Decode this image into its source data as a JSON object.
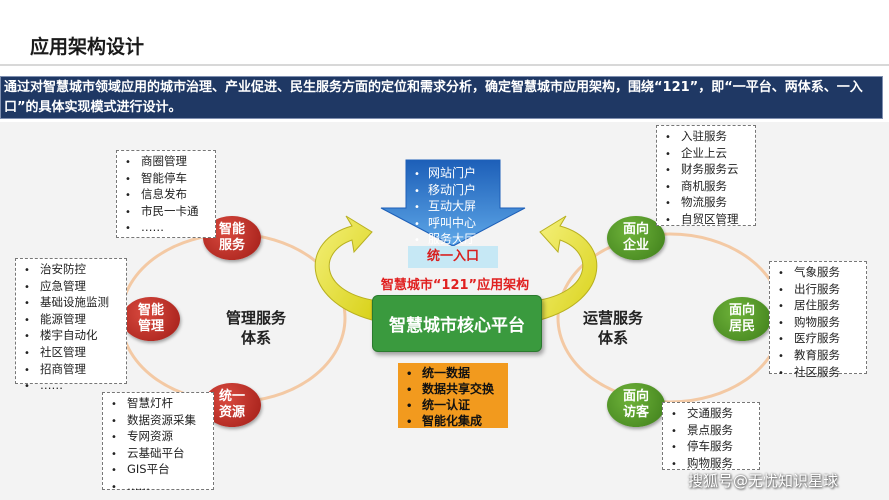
{
  "title": "应用架构设计",
  "intro": "通过对智慧城市领域应用的城市治理、产业促进、民生服务方面的定位和需求分析，确定智慧城市应用架构，围绕“121”，即“一平台、两体系、一入口”的具体实现模式进行设计。",
  "core_platform": "智慧城市核心平台",
  "arch_label": "智慧城市“121”应用架构",
  "entry": {
    "label": "统一入口",
    "channels": [
      "网站门户",
      "移动门户",
      "互动大屏",
      "呼叫中心",
      "服务大厅"
    ]
  },
  "foundation": [
    "统一数据",
    "数据共享交换",
    "统一认证",
    "智能化集成"
  ],
  "management": {
    "label_line1": "管理服务",
    "label_line2": "体系",
    "nodes": [
      {
        "line1": "智能",
        "line2": "服务",
        "items": [
          "商圈管理",
          "智能停车",
          "信息发布",
          "市民一卡通",
          "……"
        ]
      },
      {
        "line1": "智能",
        "line2": "管理",
        "items": [
          "治安防控",
          "应急管理",
          "基础设施监测",
          "能源管理",
          "楼宇自动化",
          "社区管理",
          "招商管理",
          "……"
        ]
      },
      {
        "line1": "统一",
        "line2": "资源",
        "items": [
          "智慧灯杆",
          "数据资源采集",
          "专网资源",
          "云基础平台",
          "GIS平台",
          "……"
        ]
      }
    ]
  },
  "operation": {
    "label_line1": "运营服务",
    "label_line2": "体系",
    "nodes": [
      {
        "line1": "面向",
        "line2": "企业",
        "items": [
          "入驻服务",
          "企业上云",
          "财务服务云",
          "商机服务",
          "物流服务",
          "自贸区管理"
        ]
      },
      {
        "line1": "面向",
        "line2": "居民",
        "items": [
          "气象服务",
          "出行服务",
          "居住服务",
          "购物服务",
          "医疗服务",
          "教育服务",
          "社区服务"
        ]
      },
      {
        "line1": "面向",
        "line2": "访客",
        "items": [
          "交通服务",
          "景点服务",
          "停车服务",
          "购物服务"
        ]
      }
    ]
  },
  "watermark": "搜狐号@无忧知识星球",
  "colors": {
    "red_node": "#b52a22",
    "green_node": "#4f9a2a",
    "core": "#3a9a3e",
    "entry_arrow": "#2f73c9",
    "foundation": "#f29a1e",
    "intro_bg": "#1f3864"
  }
}
